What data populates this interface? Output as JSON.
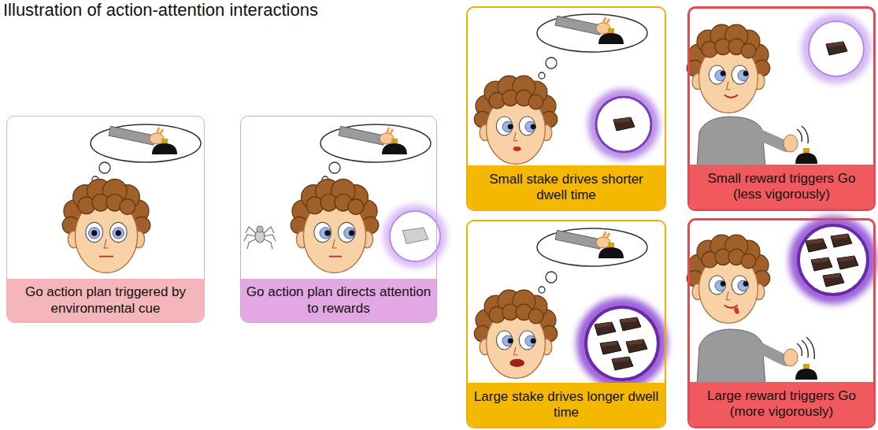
{
  "diagram": {
    "title": "Illustration of action-attention interactions",
    "nodes": [
      {
        "text": [
          "Go action plan triggered by environmental cue"
        ]
      },
      {
        "text": [
          "Go action plan directs attention to rewards"
        ]
      },
      {
        "text": [
          "Small stake drives shorter dwell time"
        ]
      },
      {
        "text": [
          "Large stake drives longer dwell time"
        ]
      },
      {
        "text": [
          "Small reward triggers Go (less vigorously)"
        ]
      },
      {
        "text": [
          "Large reward triggers Go (more vigorously)"
        ]
      }
    ]
  }
}
